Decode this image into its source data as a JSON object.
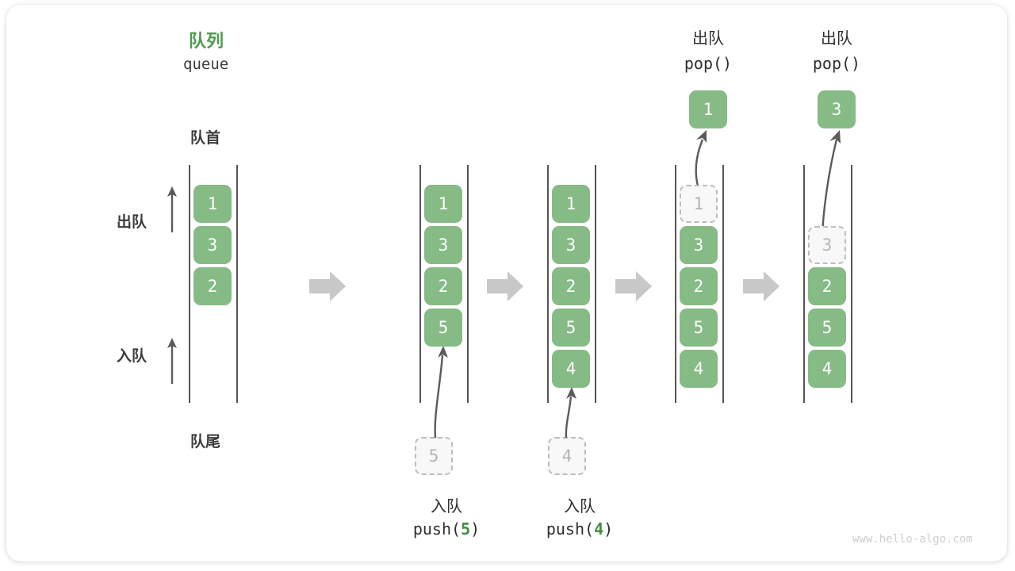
{
  "diagram": {
    "title_cn": "队列",
    "title_en": "queue",
    "front_label": "队首",
    "rear_label": "队尾",
    "dequeue_label": "出队",
    "enqueue_label": "入队",
    "watermark": "www.hello-algo.com",
    "accent_green": "#4e9a4e",
    "cell_green": "#86bb86",
    "ghost_gray": "#b5b5b5",
    "rail_gray": "#555555",
    "step_arrow_gray": "#c8c8c8"
  },
  "stages": [
    {
      "id": "stage-initial",
      "cells": [
        "1",
        "3",
        "2"
      ],
      "ghost_cell": null,
      "popped_cell": null,
      "caption_cn": null,
      "caption_code_prefix": null,
      "caption_code_arg": null,
      "caption_code_suffix": null,
      "top_label_cn": null,
      "top_label_code": null
    },
    {
      "id": "stage-push-5",
      "cells": [
        "1",
        "3",
        "2",
        "5"
      ],
      "ghost_cell": "5",
      "popped_cell": null,
      "caption_cn": "入队",
      "caption_code_prefix": "push(",
      "caption_code_arg": "5",
      "caption_code_suffix": ")",
      "top_label_cn": null,
      "top_label_code": null
    },
    {
      "id": "stage-push-4",
      "cells": [
        "1",
        "3",
        "2",
        "5",
        "4"
      ],
      "ghost_cell": "4",
      "popped_cell": null,
      "caption_cn": "入队",
      "caption_code_prefix": "push(",
      "caption_code_arg": "4",
      "caption_code_suffix": ")",
      "top_label_cn": null,
      "top_label_code": null
    },
    {
      "id": "stage-pop-1",
      "cells": [
        "3",
        "2",
        "5",
        "4"
      ],
      "ghost_cell": "1",
      "popped_cell": "1",
      "caption_cn": null,
      "caption_code_prefix": null,
      "caption_code_arg": null,
      "caption_code_suffix": null,
      "top_label_cn": "出队",
      "top_label_code": "pop()"
    },
    {
      "id": "stage-pop-3",
      "cells": [
        "2",
        "5",
        "4"
      ],
      "ghost_cell": "3",
      "popped_cell": "3",
      "caption_cn": null,
      "caption_code_prefix": null,
      "caption_code_arg": null,
      "caption_code_suffix": null,
      "top_label_cn": "出队",
      "top_label_code": "pop()"
    }
  ]
}
